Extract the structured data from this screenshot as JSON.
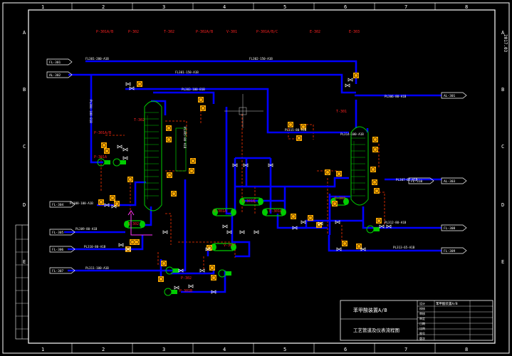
{
  "frame": {
    "col_labels": [
      "1",
      "2",
      "3",
      "4",
      "5",
      "6",
      "7",
      "8"
    ],
    "row_labels": [
      "A",
      "B",
      "C",
      "D",
      "E"
    ],
    "corner_code": "2017.03"
  },
  "equipment_tags": [
    "P-301A/B",
    "P-302",
    "T-302",
    "P-302A/B",
    "V-301",
    "P-301A/B/C",
    "E-302",
    "E-303",
    "T-301",
    "T-302",
    "E-301A",
    "E-301B",
    "E-301C",
    "E-302",
    "V-301",
    "P-302",
    "P-301A/B",
    "P-301A",
    "P-301B",
    "E-303"
  ],
  "line_labels": [
    "FL301-200-A1B",
    "FL301-150-A1B",
    "FL302-150-A1B",
    "PL303-100-B1B",
    "PL304-100-B1B",
    "PL305-80-A1B",
    "PL306-80-A1B",
    "PL307-65-A1B",
    "PL308-100-A1B",
    "PL309-80-A1B",
    "PL310-80-A1B",
    "PL311-100-A1B",
    "PL312-80-A1B",
    "PL313-65-A1B",
    "PL314-100-A1B",
    "PL315-80-A1B"
  ],
  "offsheet_connectors": [
    "FL-301",
    "AL-302",
    "AL-301",
    "AL-303",
    "FL-304",
    "FL-305",
    "FL-306",
    "FL-307",
    "FL-308",
    "FL-309",
    "FL-310"
  ],
  "title_block": {
    "project": "苯甲酸装置A/B",
    "drawing_title": "工艺管道及仪表流程图",
    "small": [
      "设计",
      "校核",
      "审核",
      "审定",
      "日期",
      "比例",
      "图号",
      "版次"
    ]
  },
  "colors": {
    "background": "#000000",
    "process_line": "#0000FF",
    "column": "#00CC00",
    "instrument_line": "#FF3300",
    "instrument_bubble": "#FFAA00",
    "label": "#FFFFFF",
    "tag": "#FF2222"
  }
}
